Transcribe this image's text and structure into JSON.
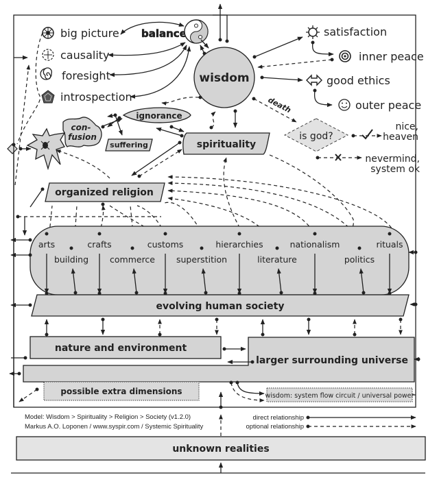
{
  "wisdom_cluster": {
    "balance": "balance",
    "big_picture": "big picture",
    "causality": "causality",
    "foresight": "foresight",
    "introspection": "introspection",
    "wisdom": "wisdom",
    "satisfaction": "satisfaction",
    "inner_peace": "inner peace",
    "good_ethics": "good ethics",
    "outer_peace": "outer peace",
    "death": "death"
  },
  "after_death": {
    "question": "is god?",
    "yes_line1": "nice,",
    "yes_line2": "heaven",
    "no_line1": "nevermind,",
    "no_line2": "system ok"
  },
  "obstacles": {
    "ignorance": "ignorance",
    "confusion_line1": "con-",
    "confusion_line2": "fusion",
    "suffering": "suffering"
  },
  "spirituality": "spirituality",
  "organized_religion": "organized religion",
  "society_aspects": {
    "top_row": [
      "arts",
      "crafts",
      "customs",
      "hierarchies",
      "nationalism",
      "rituals"
    ],
    "bottom_row": [
      "building",
      "commerce",
      "superstition",
      "literature",
      "politics"
    ]
  },
  "evolving_society": "evolving human society",
  "nature": "nature and environment",
  "universe": "larger surrounding universe",
  "extra_dimensions": "possible extra dimensions",
  "wisdom_flow": "wisdom: system flow circuit / universal power",
  "credits": {
    "model": "Model: Wisdom > Spirituality > Religion > Society (v1.2.0)",
    "author": "Markus A.O. Loponen / www.syspir.com / Systemic Spirituality"
  },
  "legend": {
    "direct": "direct relationship",
    "optional": "optional relationship"
  },
  "unknown": "unknown realities"
}
